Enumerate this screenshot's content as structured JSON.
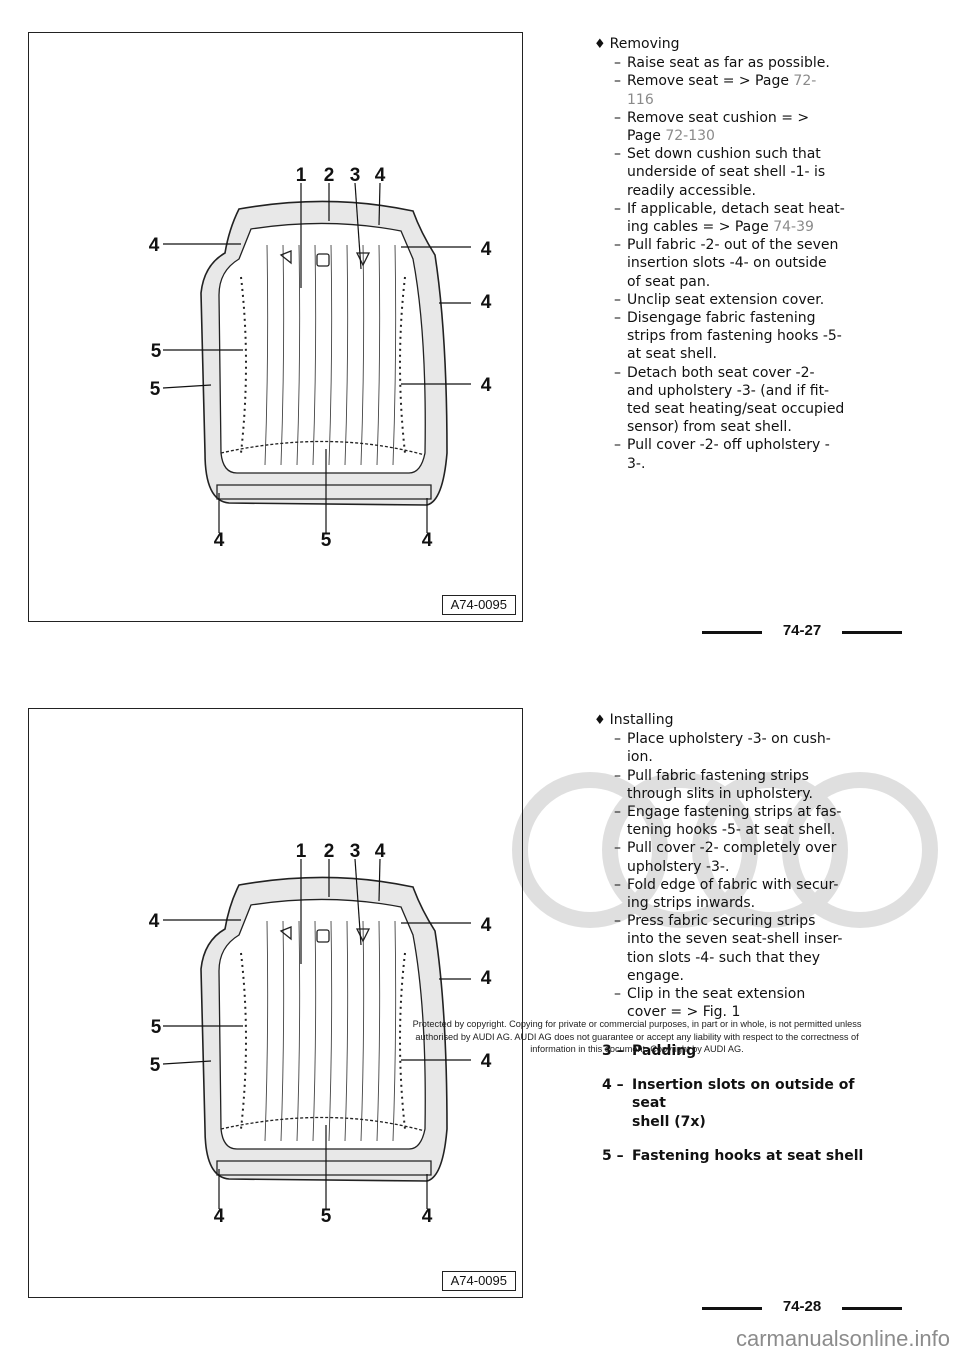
{
  "top": {
    "heading": "Removing",
    "steps": [
      [
        "Raise seat as far as possible."
      ],
      [
        "Remove seat = > Page ",
        {
          "ref": "72-"
        },
        "\n",
        {
          "ref": "116"
        }
      ],
      [
        "Remove seat cushion = >\nPage ",
        {
          "ref": "72-130"
        }
      ],
      [
        "Set down cushion such that\nunderside of seat shell -1- is\nreadily accessible."
      ],
      [
        "If applicable, detach seat heat-\ning cables = > Page ",
        {
          "ref": "74-39"
        }
      ],
      [
        "Pull fabric -2- out of the seven\ninsertion slots -4- on outside\nof seat pan."
      ],
      [
        "Unclip seat extension cover."
      ],
      [
        "Disengage fabric fastening\nstrips from fastening hooks -5-\nat seat shell."
      ],
      [
        "Detach both seat cover -2-\nand upholstery -3- (and if fit-\nted seat heating/seat occupied\nsensor) from seat shell."
      ],
      [
        "Pull cover -2- off upholstery -\n3-."
      ]
    ],
    "page_number": "74-27"
  },
  "bottom": {
    "heading": "Installing",
    "steps": [
      [
        "Place upholstery -3- on cush-\nion."
      ],
      [
        "Pull fabric fastening strips\nthrough slits in upholstery."
      ],
      [
        "Engage fastening strips at fas-\ntening hooks -5- at seat shell."
      ],
      [
        "Pull cover -2- completely over\nupholstery -3-."
      ],
      [
        "Fold edge of fabric with secur-\ning strips inwards."
      ],
      [
        "Press fabric securing strips\ninto the seven seat-shell inser-\ntion slots -4- such that they\nengage."
      ],
      [
        "Clip in the seat extension\ncover = > Fig. 1"
      ]
    ],
    "legend": [
      {
        "num": "3",
        "text": "Padding"
      },
      {
        "num": "4",
        "text": "Insertion slots on outside of seat\nshell (7x)"
      },
      {
        "num": "5",
        "text": "Fastening hooks at seat shell"
      }
    ],
    "page_number": "74-28"
  },
  "figure": {
    "code": "A74-0095",
    "labels": [
      "1",
      "2",
      "3",
      "4",
      "4",
      "4",
      "4",
      "5",
      "4",
      "5",
      "4",
      "5",
      "4"
    ]
  },
  "dash": "–",
  "copyright": "Protected by copyright. Copying for private or commercial purposes, in part or in whole, is not permitted unless authorised by AUDI AG. AUDI AG does not guarantee or accept any liability with respect to the correctness of information in this document. Copyright by AUDI AG.",
  "site": "carmanualsonline.info"
}
